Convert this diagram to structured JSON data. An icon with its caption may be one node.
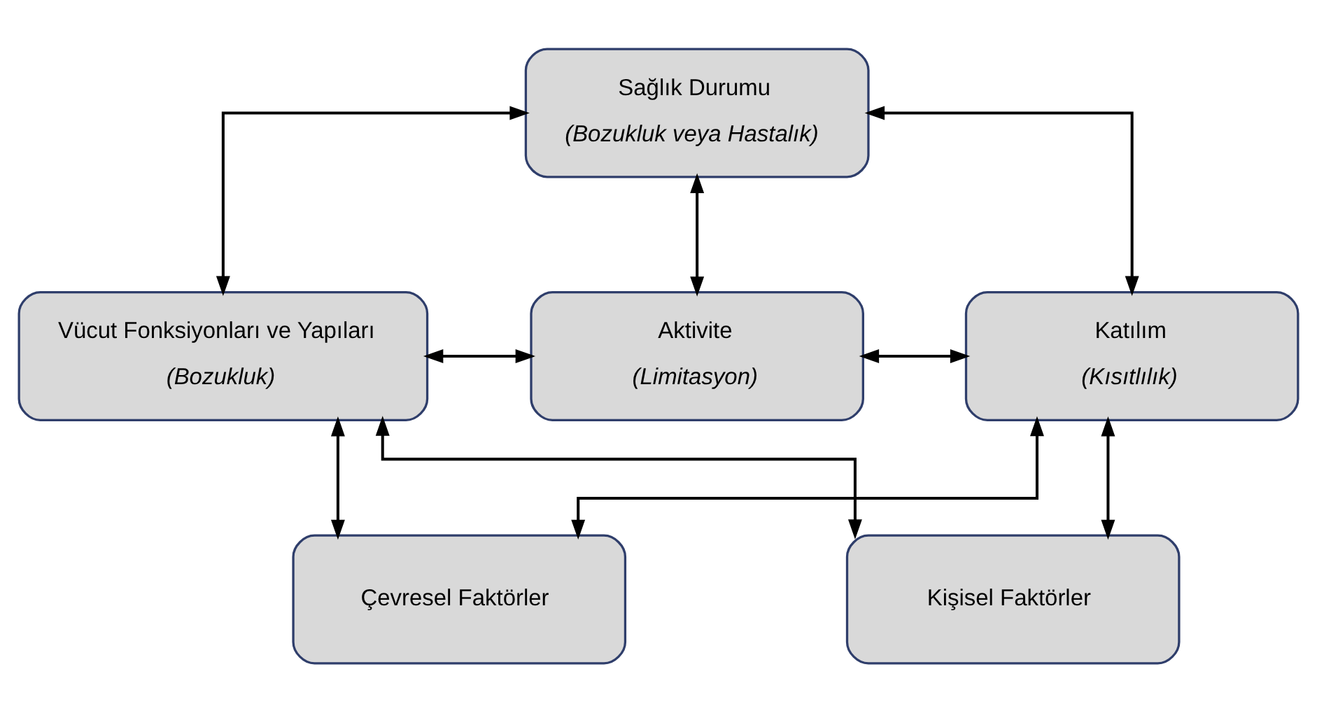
{
  "diagram": {
    "nodes": [
      {
        "text": [
          "Sağlık Durumu",
          "(Bozukluk veya Hastalık)"
        ]
      },
      {
        "text": [
          "Vücut Fonksiyonları ve Yapıları",
          "(Bozukluk)"
        ]
      },
      {
        "text": [
          "Aktivite",
          "(Limitasyon)"
        ]
      },
      {
        "text": [
          "Katılım",
          "(Kısıtlılık)"
        ]
      },
      {
        "text": [
          "Çevresel Faktörler"
        ]
      },
      {
        "text": [
          "Kişisel Faktörler"
        ]
      }
    ],
    "edges": [
      {
        "from": 0,
        "to": 1,
        "arrow": "both"
      },
      {
        "from": 0,
        "to": 2,
        "arrow": "both"
      },
      {
        "from": 0,
        "to": 3,
        "arrow": "both"
      },
      {
        "from": 1,
        "to": 2,
        "arrow": "both"
      },
      {
        "from": 2,
        "to": 3,
        "arrow": "both"
      },
      {
        "from": 1,
        "to": 4,
        "arrow": "both"
      },
      {
        "from": 1,
        "to": 5,
        "arrow": "both"
      },
      {
        "from": 3,
        "to": 4,
        "arrow": "both"
      },
      {
        "from": 3,
        "to": 5,
        "arrow": "both"
      }
    ]
  }
}
